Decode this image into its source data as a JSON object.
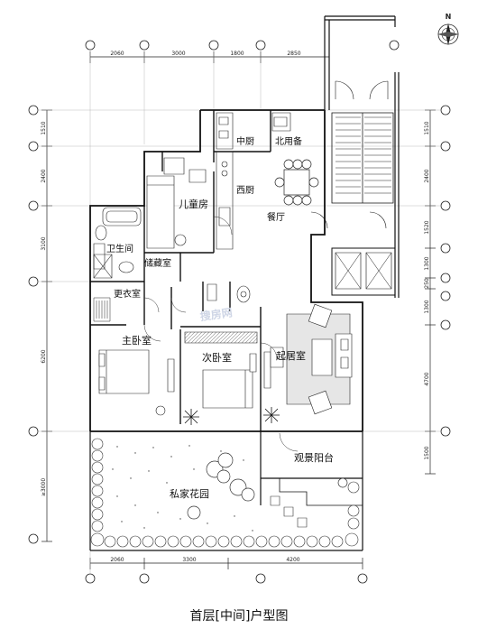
{
  "title": "首层[中间]户型图",
  "watermark": "搜房网",
  "north": "N",
  "rooms": {
    "kitchen": "中厨",
    "storage_north": "北用备",
    "western_kitchen": "西厨",
    "dining": "餐厅",
    "kids_room": "儿童房",
    "bathroom": "卫生间",
    "storeroom": "储藏室",
    "dressing": "更衣室",
    "master_bedroom": "主卧室",
    "second_bedroom": "次卧室",
    "living_room": "起居室",
    "view_balcony": "观景阳台",
    "private_garden": "私家花园"
  },
  "dimensions": {
    "top": [
      "2060",
      "3000",
      "1800",
      "2850"
    ],
    "bottom": [
      "2060",
      "3300",
      "4200"
    ],
    "left": [
      "1510",
      "2400",
      "3100",
      "6200",
      "≥3000"
    ],
    "right": [
      "1510",
      "2400",
      "1520",
      "1300",
      "250",
      "1300",
      "4700",
      "1500"
    ]
  },
  "colors": {
    "line": "#111111",
    "hatch": "#555555",
    "watermark": "#cfd6e6"
  }
}
